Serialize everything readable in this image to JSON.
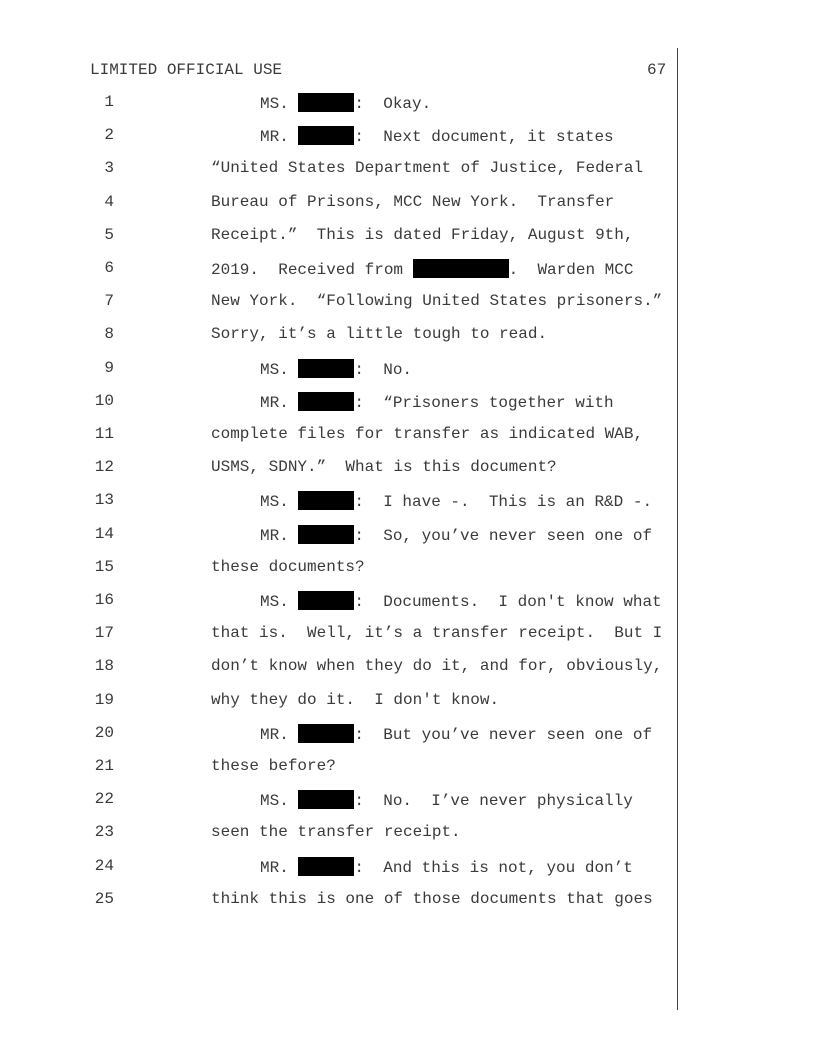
{
  "header": {
    "classification": "LIMITED OFFICIAL USE",
    "page_number": "67"
  },
  "lines": [
    {
      "num": "1",
      "speaker": true,
      "parts": [
        {
          "t": "MS. "
        },
        {
          "r": "short"
        },
        {
          "t": ":  Okay."
        }
      ]
    },
    {
      "num": "2",
      "speaker": true,
      "parts": [
        {
          "t": "MR. "
        },
        {
          "r": "short"
        },
        {
          "t": ":  Next document, it states"
        }
      ]
    },
    {
      "num": "3",
      "parts": [
        {
          "t": "“United States Department of Justice, Federal"
        }
      ]
    },
    {
      "num": "4",
      "parts": [
        {
          "t": "Bureau of Prisons, MCC New York.  Transfer"
        }
      ]
    },
    {
      "num": "5",
      "parts": [
        {
          "t": "Receipt.”  This is dated Friday, August 9th,"
        }
      ]
    },
    {
      "num": "6",
      "parts": [
        {
          "t": "2019.  Received from "
        },
        {
          "r": "long"
        },
        {
          "t": ".  Warden MCC"
        }
      ]
    },
    {
      "num": "7",
      "parts": [
        {
          "t": "New York.  “Following United States prisoners.”"
        }
      ]
    },
    {
      "num": "8",
      "parts": [
        {
          "t": "Sorry, it’s a little tough to read."
        }
      ]
    },
    {
      "num": "9",
      "speaker": true,
      "parts": [
        {
          "t": "MS. "
        },
        {
          "r": "short"
        },
        {
          "t": ":  No."
        }
      ]
    },
    {
      "num": "10",
      "speaker": true,
      "parts": [
        {
          "t": "MR. "
        },
        {
          "r": "short"
        },
        {
          "t": ":  “Prisoners together with"
        }
      ]
    },
    {
      "num": "11",
      "parts": [
        {
          "t": "complete files for transfer as indicated WAB,"
        }
      ]
    },
    {
      "num": "12",
      "parts": [
        {
          "t": "USMS, SDNY.”  What is this document?"
        }
      ]
    },
    {
      "num": "13",
      "speaker": true,
      "parts": [
        {
          "t": "MS. "
        },
        {
          "r": "short"
        },
        {
          "t": ":  I have -.  This is an R&D -."
        }
      ]
    },
    {
      "num": "14",
      "speaker": true,
      "parts": [
        {
          "t": "MR. "
        },
        {
          "r": "short"
        },
        {
          "t": ":  So, you’ve never seen one of"
        }
      ]
    },
    {
      "num": "15",
      "parts": [
        {
          "t": "these documents?"
        }
      ]
    },
    {
      "num": "16",
      "speaker": true,
      "parts": [
        {
          "t": "MS. "
        },
        {
          "r": "short"
        },
        {
          "t": ":  Documents.  I don't know what"
        }
      ]
    },
    {
      "num": "17",
      "parts": [
        {
          "t": "that is.  Well, it’s a transfer receipt.  But I"
        }
      ]
    },
    {
      "num": "18",
      "parts": [
        {
          "t": "don’t know when they do it, and for, obviously,"
        }
      ]
    },
    {
      "num": "19",
      "parts": [
        {
          "t": "why they do it.  I don't know."
        }
      ]
    },
    {
      "num": "20",
      "speaker": true,
      "parts": [
        {
          "t": "MR. "
        },
        {
          "r": "short"
        },
        {
          "t": ":  But you’ve never seen one of"
        }
      ]
    },
    {
      "num": "21",
      "parts": [
        {
          "t": "these before?"
        }
      ]
    },
    {
      "num": "22",
      "speaker": true,
      "parts": [
        {
          "t": "MS. "
        },
        {
          "r": "short"
        },
        {
          "t": ":  No.  I’ve never physically"
        }
      ]
    },
    {
      "num": "23",
      "parts": [
        {
          "t": "seen the transfer receipt."
        }
      ]
    },
    {
      "num": "24",
      "speaker": true,
      "parts": [
        {
          "t": "MR. "
        },
        {
          "r": "short"
        },
        {
          "t": ":  And this is not, you don’t"
        }
      ]
    },
    {
      "num": "25",
      "parts": [
        {
          "t": "think this is one of those documents that goes"
        }
      ]
    }
  ]
}
